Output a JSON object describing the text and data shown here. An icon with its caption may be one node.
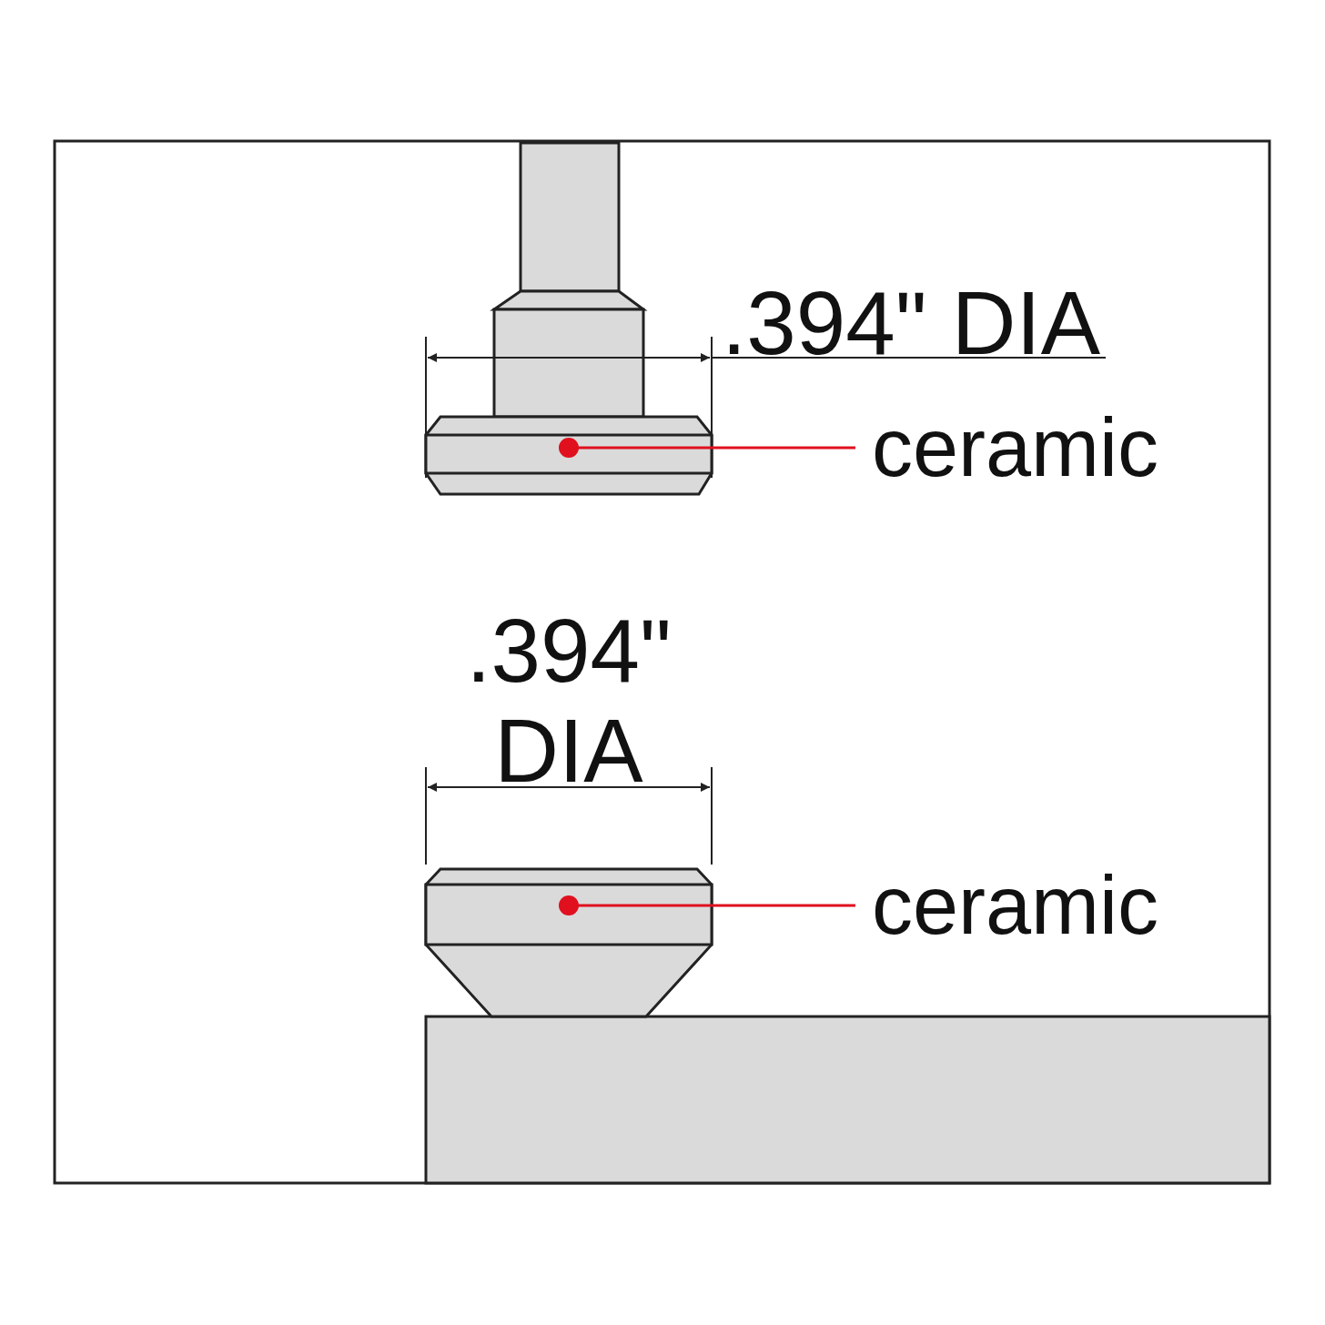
{
  "diagram": {
    "nodes": [
      {
        "text": [
          "ceramic"
        ]
      },
      {
        "text": [],
        "shape": "box"
      },
      {
        "text": [
          "ceramic"
        ]
      },
      {
        "text": [],
        "shape": "box"
      }
    ],
    "edges": [
      {
        "from": 0,
        "to": 1,
        "arrow": "other"
      },
      {
        "from": 2,
        "to": 3,
        "arrow": "other"
      }
    ],
    "labels": [
      ".394\" DIA",
      ".394\" DIA"
    ]
  }
}
